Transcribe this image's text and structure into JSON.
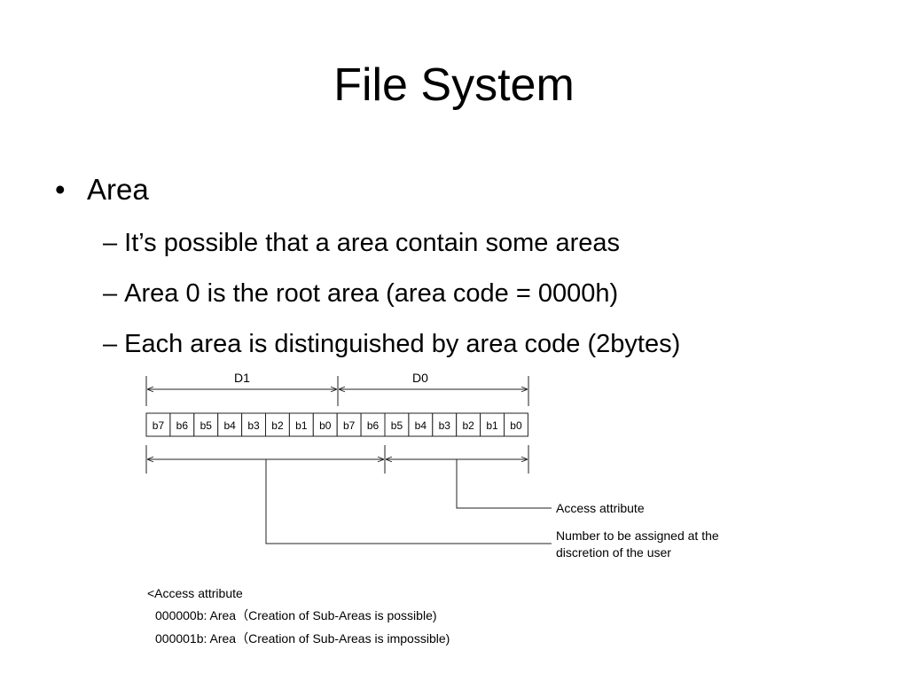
{
  "title": "File System",
  "bullet": "Area",
  "sub_items": [
    "It’s possible that a area contain some areas",
    "Area 0 is the root area (area code = 0000h)",
    "Each area is distinguished by area code (2bytes)"
  ],
  "diagram": {
    "byte_labels": [
      "D1",
      "D0"
    ],
    "bits": [
      "b7",
      "b6",
      "b5",
      "b4",
      "b3",
      "b2",
      "b1",
      "b0",
      "b7",
      "b6",
      "b5",
      "b4",
      "b3",
      "b2",
      "b1",
      "b0"
    ],
    "access_label": "Access attribute",
    "number_label": [
      "Number to be assigned at the",
      "discretion of the user"
    ]
  },
  "legend": {
    "heading": "<Access attribute",
    "items": [
      "000000b: Area（Creation of Sub-Areas is possible)",
      "000001b: Area（Creation of Sub-Areas is impossible)"
    ]
  }
}
